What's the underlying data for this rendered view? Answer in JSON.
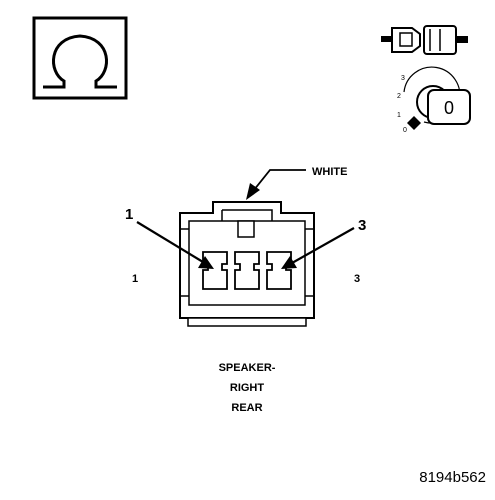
{
  "diagram": {
    "wire_color_label": "WHITE",
    "pin_callouts": [
      "1",
      "3"
    ],
    "pin_side_labels": [
      "1",
      "3"
    ],
    "connector_name_lines": [
      "SPEAKER-",
      "RIGHT",
      "REAR"
    ],
    "figure_id": "8194b562",
    "key_positions": [
      "3",
      "2",
      "1",
      "0"
    ],
    "key_symbol": "0"
  },
  "icons": {
    "ohm_box": "ohmmeter-symbol-icon",
    "connector_plug": "connector-plug-icon",
    "ignition_key": "ignition-key-icon"
  }
}
